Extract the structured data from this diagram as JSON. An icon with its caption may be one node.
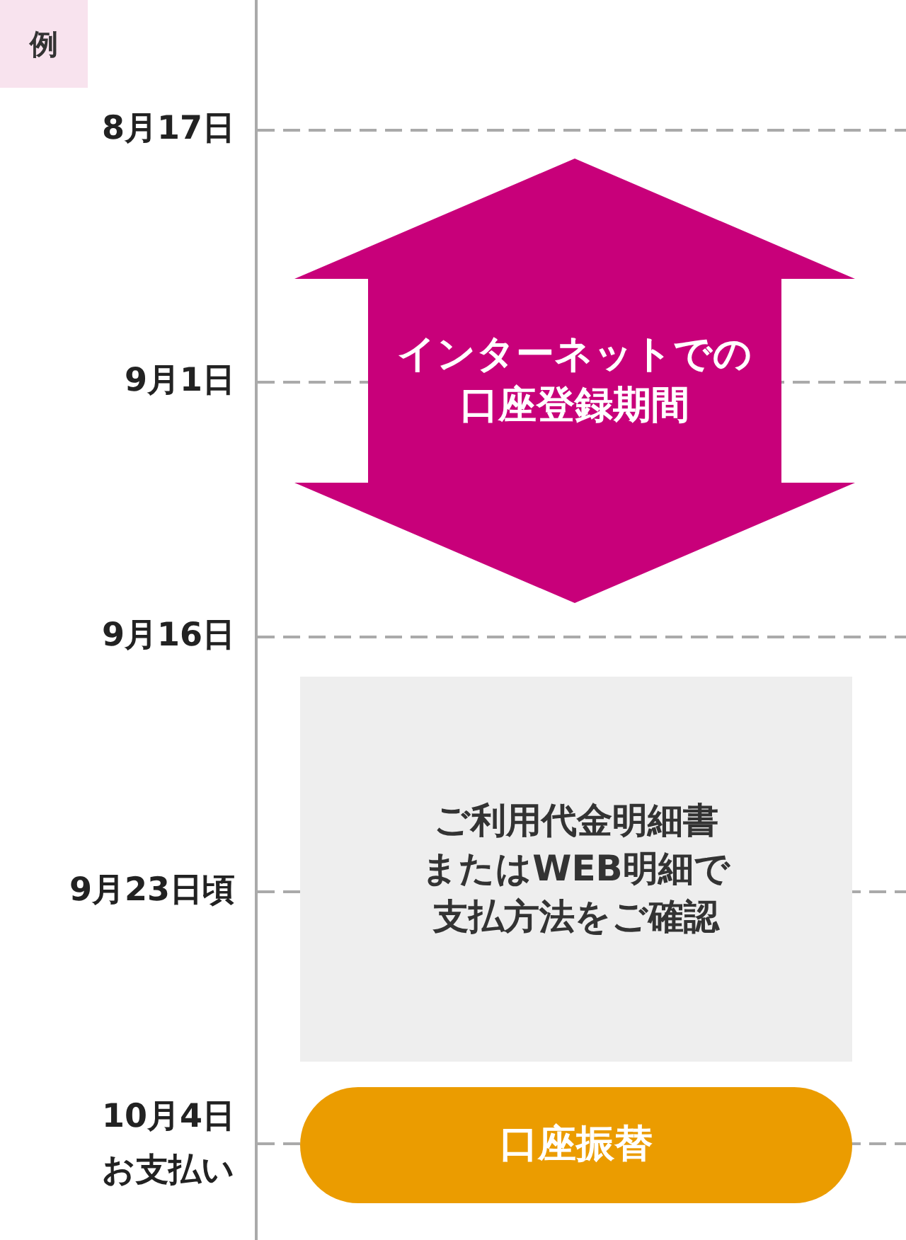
{
  "diagram": {
    "nodes": [
      {
        "text": [
          "インターネットでの口座登録期間"
        ]
      },
      {
        "text": [
          "ご利用代金明細書またはWEB明細で支払方法をご確認"
        ]
      },
      {
        "text": [
          "口座振替"
        ]
      }
    ],
    "labels": [
      "例",
      "8月17日",
      "9月1日",
      "9月16日",
      "9月23日頃",
      "10月4日",
      "お支払い"
    ]
  }
}
